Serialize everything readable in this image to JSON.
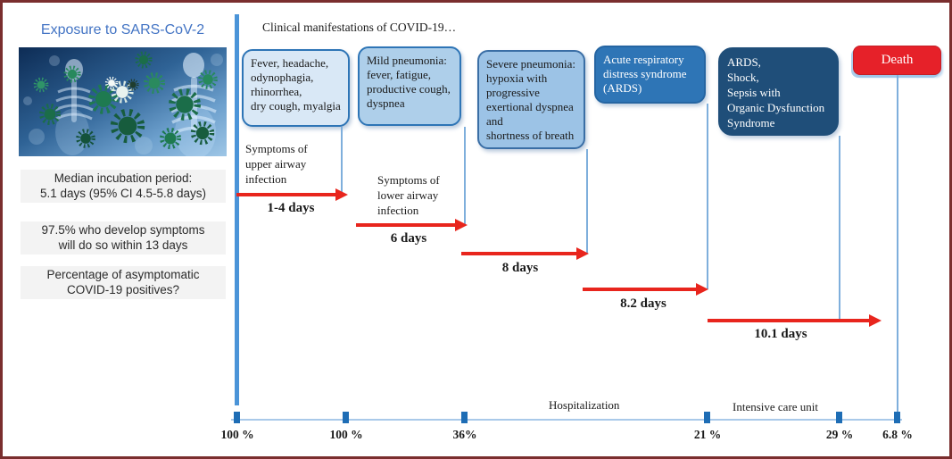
{
  "figure": {
    "left_panel": {
      "title": "Exposure to SARS-CoV-2",
      "image": "sars-cov-2-virus-and-human-skeletons-illustration",
      "notes": [
        "Median incubation period:\n5.1 days (95% CI 4.5-5.8 days)",
        "97.5% who develop symptoms\nwill do so within 13 days",
        "Percentage of asymptomatic\nCOVID-19 positives?"
      ]
    },
    "header": "Clinical manifestations of COVID-19…",
    "stages": [
      {
        "text": "Fever, headache,\nodynophagia,\nrhinorrhea,\ndry cough, myalgia"
      },
      {
        "text": "Mild pneumonia:\nfever, fatigue,\nproductive cough,\ndyspnea"
      },
      {
        "text": "Severe pneumonia:\nhypoxia with\nprogressive\nexertional dyspnea\nand\nshortness of breath"
      },
      {
        "text": "Acute respiratory\ndistress syndrome\n(ARDS)"
      },
      {
        "text": "ARDS,\nShock,\nSepsis with\nOrganic Dysfunction\nSyndrome"
      },
      {
        "text": "Death"
      }
    ],
    "annotations": [
      "Symptoms of\nupper airway\ninfection",
      "Symptoms of\nlower airway\ninfection"
    ],
    "durations": [
      "1-4 days",
      "6 days",
      "8 days",
      "8.2 days",
      "10.1 days"
    ],
    "phases": [
      "Hospitalization",
      "Intensive care unit"
    ],
    "axis_percentages": [
      "100 %",
      "100 %",
      "36%",
      "21 %",
      "29 %",
      "6.8 %"
    ]
  },
  "colors": {
    "frame_border": "#7a2e2e",
    "title_blue": "#4374c4",
    "timeline_blue": "#4b94d8",
    "connector_blue": "#7fafdc",
    "tick_blue": "#1e6db5",
    "stage_fills": [
      "#d9e8f6",
      "#aecfea",
      "#9cc3e6",
      "#2e75b6",
      "#1f4e79",
      "#e62129"
    ],
    "arrow_red": "#e8251d"
  }
}
